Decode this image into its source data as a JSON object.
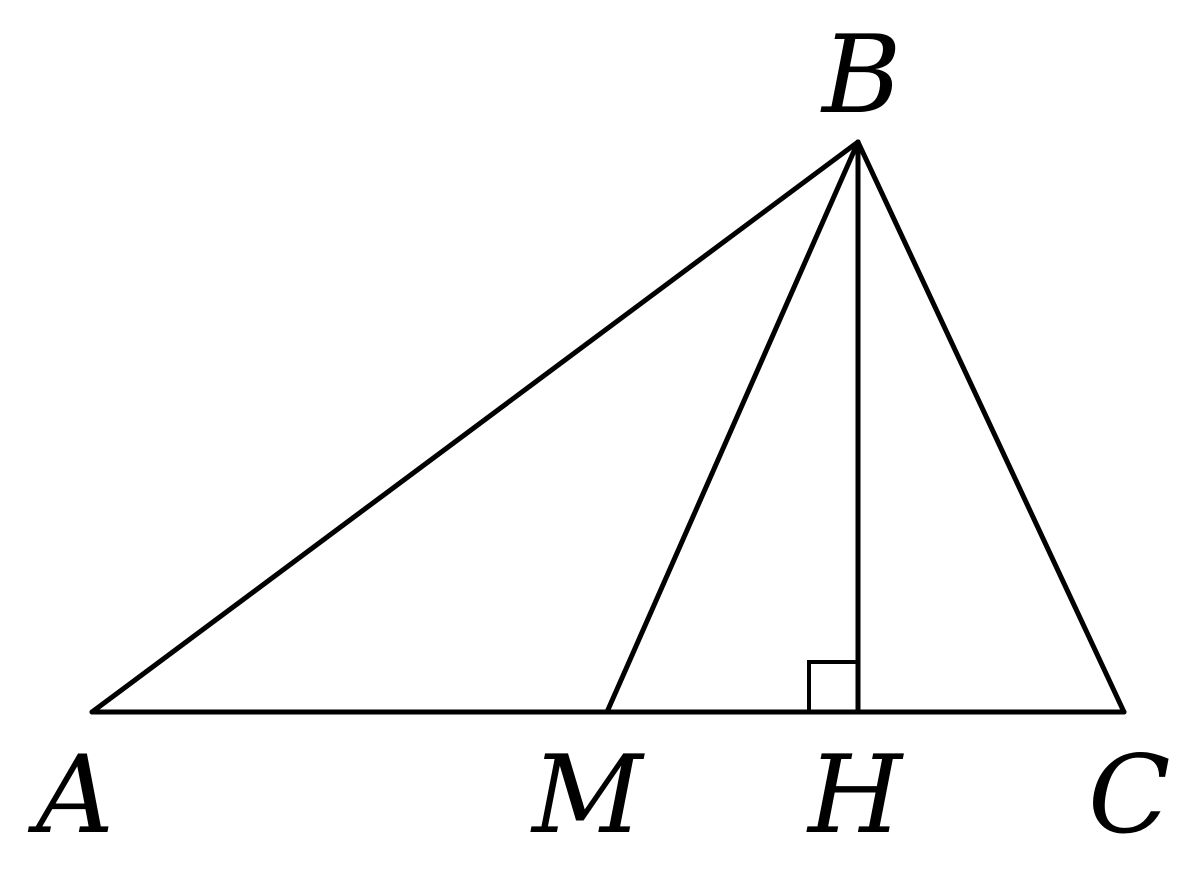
{
  "points": {
    "A": "A",
    "B": "B",
    "C": "C",
    "M": "M",
    "H": "H"
  },
  "segments": [
    {
      "from": "A",
      "to": "B"
    },
    {
      "from": "B",
      "to": "C"
    },
    {
      "from": "A",
      "to": "C"
    },
    {
      "from": "B",
      "to": "M"
    },
    {
      "from": "B",
      "to": "H"
    }
  ],
  "right_angle_at": "H",
  "colors": {
    "stroke": "#000000",
    "background": "#ffffff"
  }
}
